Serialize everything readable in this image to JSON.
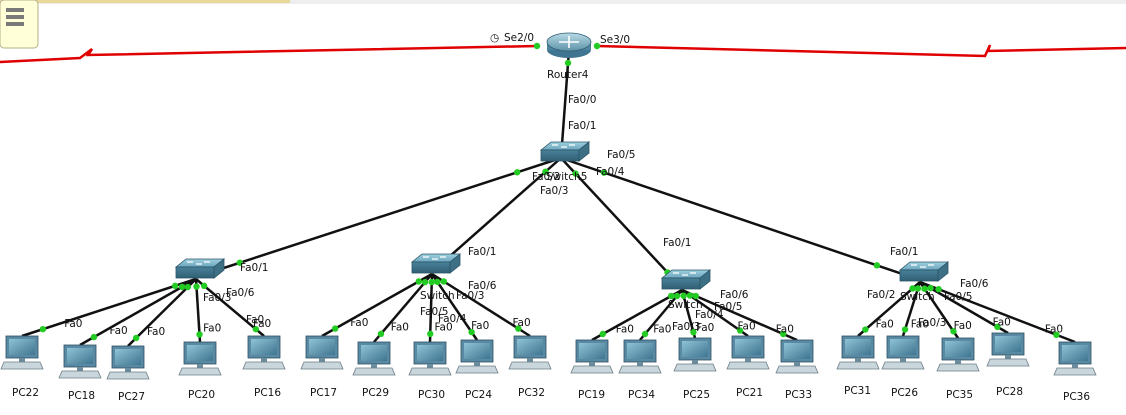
{
  "router": {
    "name": "Router4",
    "ports": {
      "left": "Se2/0",
      "right": "Se3/0",
      "down": "Fa0/0"
    }
  },
  "core_switch": {
    "name": "Switch5",
    "ports": {
      "up": "Fa0/1",
      "p2": "Fa0/2",
      "p3": "Fa0/3",
      "p4": "Fa0/4",
      "p5": "Fa0/5"
    }
  },
  "switches": [
    {
      "uplink": "Fa0/1",
      "label": "",
      "ports": [
        "Fa0/3",
        "Fa0/6",
        "Fa0"
      ]
    },
    {
      "uplink": "Fa0/1",
      "label": "Switch",
      "ports": [
        "Fa0/3",
        "Fa0/6",
        "Fa0/4",
        "Fa0/5"
      ]
    },
    {
      "uplink": "Fa0/1",
      "label": "Switch",
      "ports": [
        "Fa0/6",
        "Fa0/3",
        "Fa0/5",
        "Fa0/4"
      ]
    },
    {
      "uplink": "Fa0/1",
      "label": "Switch",
      "ports": [
        "Fa0/2",
        "Fa0/3",
        "Fa0/6",
        "Fa0/5"
      ]
    }
  ],
  "pcs": [
    {
      "name": "PC22",
      "port": "Fa0"
    },
    {
      "name": "PC18",
      "port": "Fa0"
    },
    {
      "name": "PC27",
      "port": "Fa0"
    },
    {
      "name": "PC20",
      "port": "Fa0"
    },
    {
      "name": "PC16",
      "port": "Fa0"
    },
    {
      "name": "PC17",
      "port": "Fa0"
    },
    {
      "name": "PC29",
      "port": "Fa0"
    },
    {
      "name": "PC30",
      "port": "Fa0"
    },
    {
      "name": "PC24",
      "port": "Fa0"
    },
    {
      "name": "PC32",
      "port": "Fa0"
    },
    {
      "name": "PC19",
      "port": "Fa0"
    },
    {
      "name": "PC34",
      "port": "Fa0"
    },
    {
      "name": "PC25",
      "port": "Fa0"
    },
    {
      "name": "PC21",
      "port": "Fa0"
    },
    {
      "name": "PC33",
      "port": "Fa0"
    },
    {
      "name": "PC31",
      "port": "Fa0"
    },
    {
      "name": "PC26",
      "port": "Fa0"
    },
    {
      "name": "PC35",
      "port": "Fa0"
    },
    {
      "name": "PC28",
      "port": "Fa0"
    },
    {
      "name": "PC36",
      "port": "Fa0"
    }
  ],
  "colors": {
    "serial_link": "#e00000",
    "ethernet_link": "#111111",
    "link_up": "#22cc22",
    "switch_body": "#5d95ad",
    "pc_body": "#4f7f99"
  }
}
